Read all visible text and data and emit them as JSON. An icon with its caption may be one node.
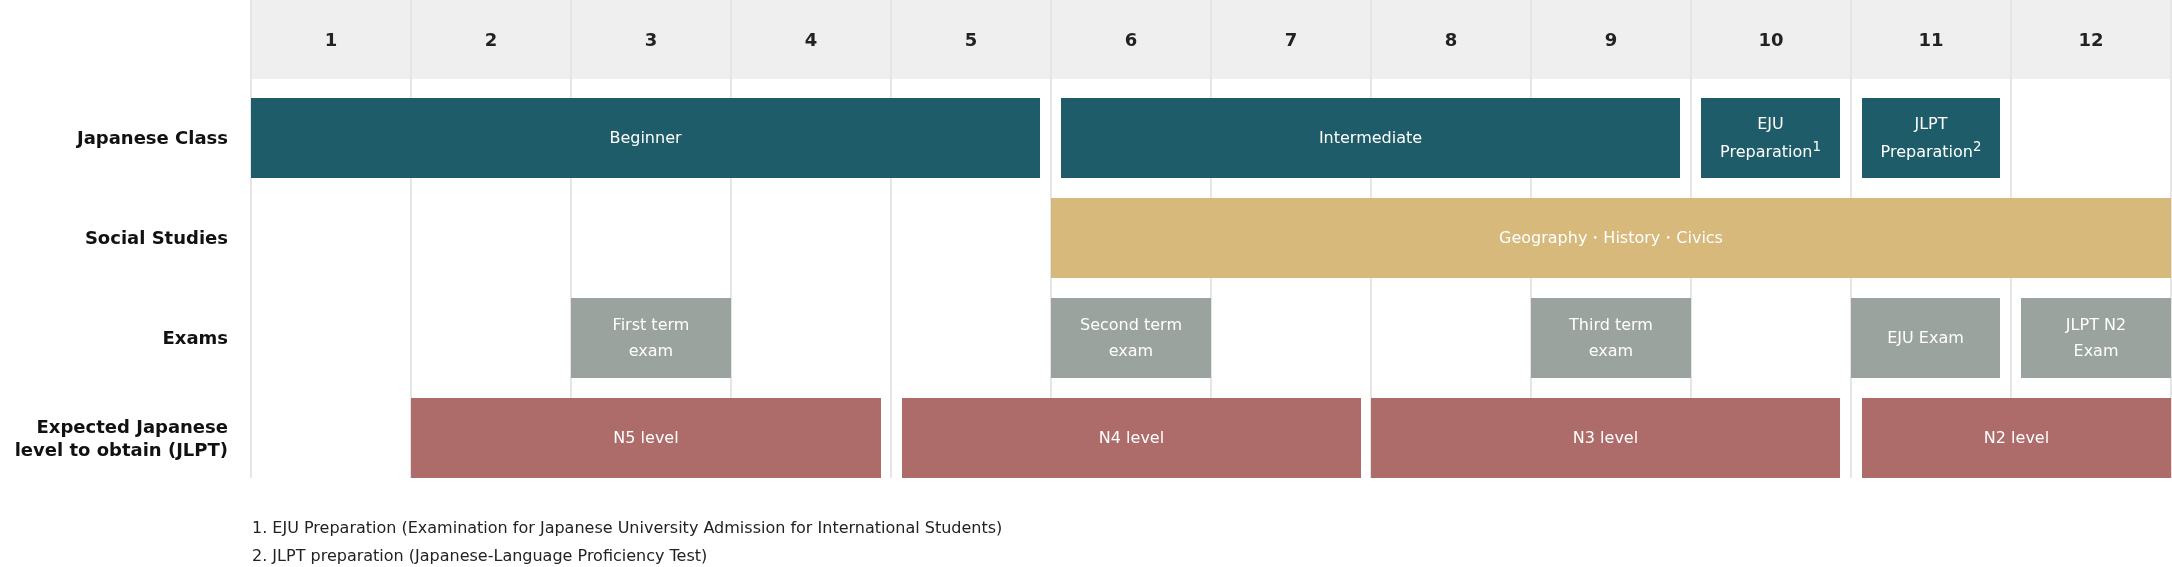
{
  "diagram": {
    "nodes": [
      {
        "text": [
          "Beginner"
        ]
      },
      {
        "text": [
          "Intermediate"
        ]
      },
      {
        "text": [
          "EJU Preparation$^{1}$"
        ]
      },
      {
        "text": [
          "JLPT Preparation$^{2}$"
        ]
      },
      {
        "text": [
          "Geography・History・Civics"
        ]
      },
      {
        "text": [
          "First term exam"
        ]
      },
      {
        "text": [
          "Second term exam"
        ]
      },
      {
        "text": [
          "Third term exam"
        ]
      },
      {
        "text": [
          "EJU Exam"
        ]
      },
      {
        "text": [
          "JLPT N2 Exam"
        ]
      },
      {
        "text": [
          "N5 level"
        ]
      },
      {
        "text": [
          "N4 level"
        ]
      },
      {
        "text": [
          "N3 level"
        ]
      },
      {
        "text": [
          "N2 level"
        ]
      }
    ],
    "labels": [
      "1",
      "2",
      "3",
      "4",
      "5",
      "6",
      "7",
      "8",
      "9",
      "10",
      "11",
      "12",
      "Japanese Class",
      "Social Studies",
      "Exams",
      "Expected Japanese level to obtain (JLPT)",
      "1. EJU Preparation (Examination for Japanese University Admission for International Students)",
      "2. JLPT preparation (Japanese-Language Proficiency Test)"
    ]
  }
}
